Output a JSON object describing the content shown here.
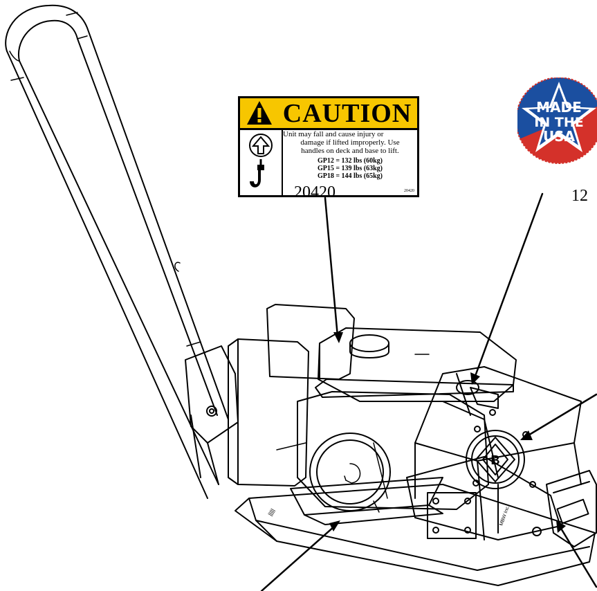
{
  "decal": {
    "title": "CAUTION",
    "message_lines": [
      "Unit may fall and cause injury or",
      "damage if lifted improperly.  Use",
      "handles on deck and base to lift."
    ],
    "specs": [
      "GP12 = 132 lbs (60kg)",
      "GP15 = 139 lbs (63kg)",
      "GP18 = 144 lbs (65kg)"
    ],
    "code": "20420",
    "colors": {
      "header": "#f7c600",
      "border": "#000000"
    },
    "icons": [
      "warning-triangle-icon",
      "up-arrow-icon",
      "lift-hook-icon"
    ]
  },
  "callouts": {
    "decal_part_number": "20420",
    "badge_part_number": "12"
  },
  "badge": {
    "lines": [
      "MADE",
      "IN THE",
      "USA"
    ],
    "colors": {
      "blue": "#1b4fa0",
      "red": "#d4312a",
      "white": "#ffffff"
    }
  },
  "machine": {
    "engine_recoil_arrow": "recoil-start-icon",
    "logo": "bg-logo-icon"
  }
}
